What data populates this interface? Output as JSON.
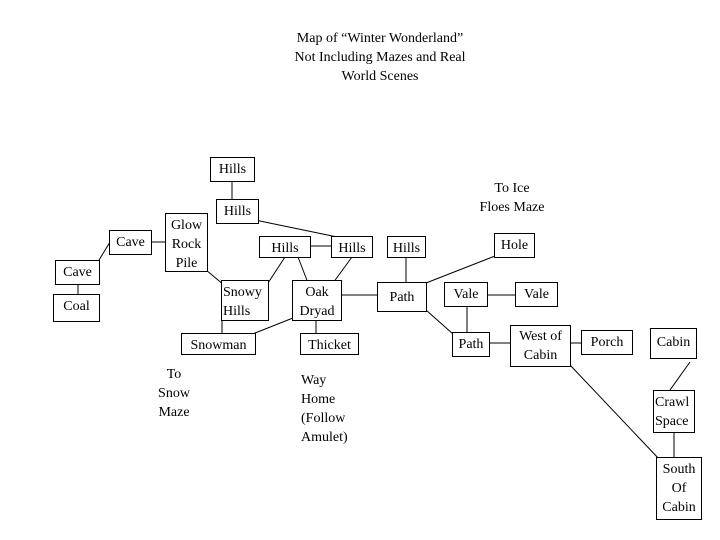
{
  "title": "Map of “Winter Wonderland”\nNot Including Mazes and Real\nWorld Scenes",
  "nodes": {
    "hills_top": "Hills",
    "hills_2": "Hills",
    "glow_rock_pile": "Glow\nRock\nPile",
    "cave_upper": "Cave",
    "cave_lower": "Cave",
    "coal": "Coal",
    "hills_3": "Hills",
    "hills_4": "Hills",
    "hills_5": "Hills",
    "hole": "Hole",
    "snowy_hills": "Snowy\nHills",
    "oak_dryad": "Oak\nDryad",
    "path_center": "Path",
    "vale_left": "Vale",
    "vale_right": "Vale",
    "snowman": "Snowman",
    "thicket": "Thicket",
    "path_lower": "Path",
    "west_of_cabin": "West of\nCabin",
    "porch": "Porch",
    "cabin": "Cabin",
    "crawl_space": "Crawl\nSpace",
    "south_of_cabin": "South\nOf\nCabin"
  },
  "labels": {
    "to_ice_floes_maze": "To Ice\nFloes Maze",
    "to_snow_maze": "To\nSnow\nMaze",
    "way_home": "Way\nHome\n(Follow\nAmulet)"
  },
  "colors": {
    "line": "#000000",
    "box_border": "#000000",
    "background": "#ffffff"
  }
}
